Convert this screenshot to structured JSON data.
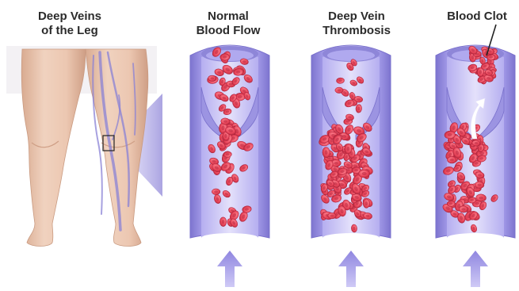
{
  "titles": {
    "legs_line1": "Deep Veins",
    "legs_line2": "of the Leg",
    "normal_line1": "Normal",
    "normal_line2": "Blood Flow",
    "dvt_line1": "Deep Vein",
    "dvt_line2": "Thrombosis",
    "clot": "Blood Clot"
  },
  "colors": {
    "skin": "#e9c4ad",
    "skin_shadow": "#d4a48a",
    "vein_outer": "#8e86d8",
    "vein_inner": "#c2bcf2",
    "vein_lumen": "#dedaf8",
    "vein_dark": "#6f66c4",
    "cell": "#e8455a",
    "cell_dark": "#b3263a",
    "arrow": "#9a92e4"
  },
  "panels": [
    "deep-veins-of-the-leg",
    "normal-blood-flow",
    "deep-vein-thrombosis",
    "blood-clot"
  ]
}
